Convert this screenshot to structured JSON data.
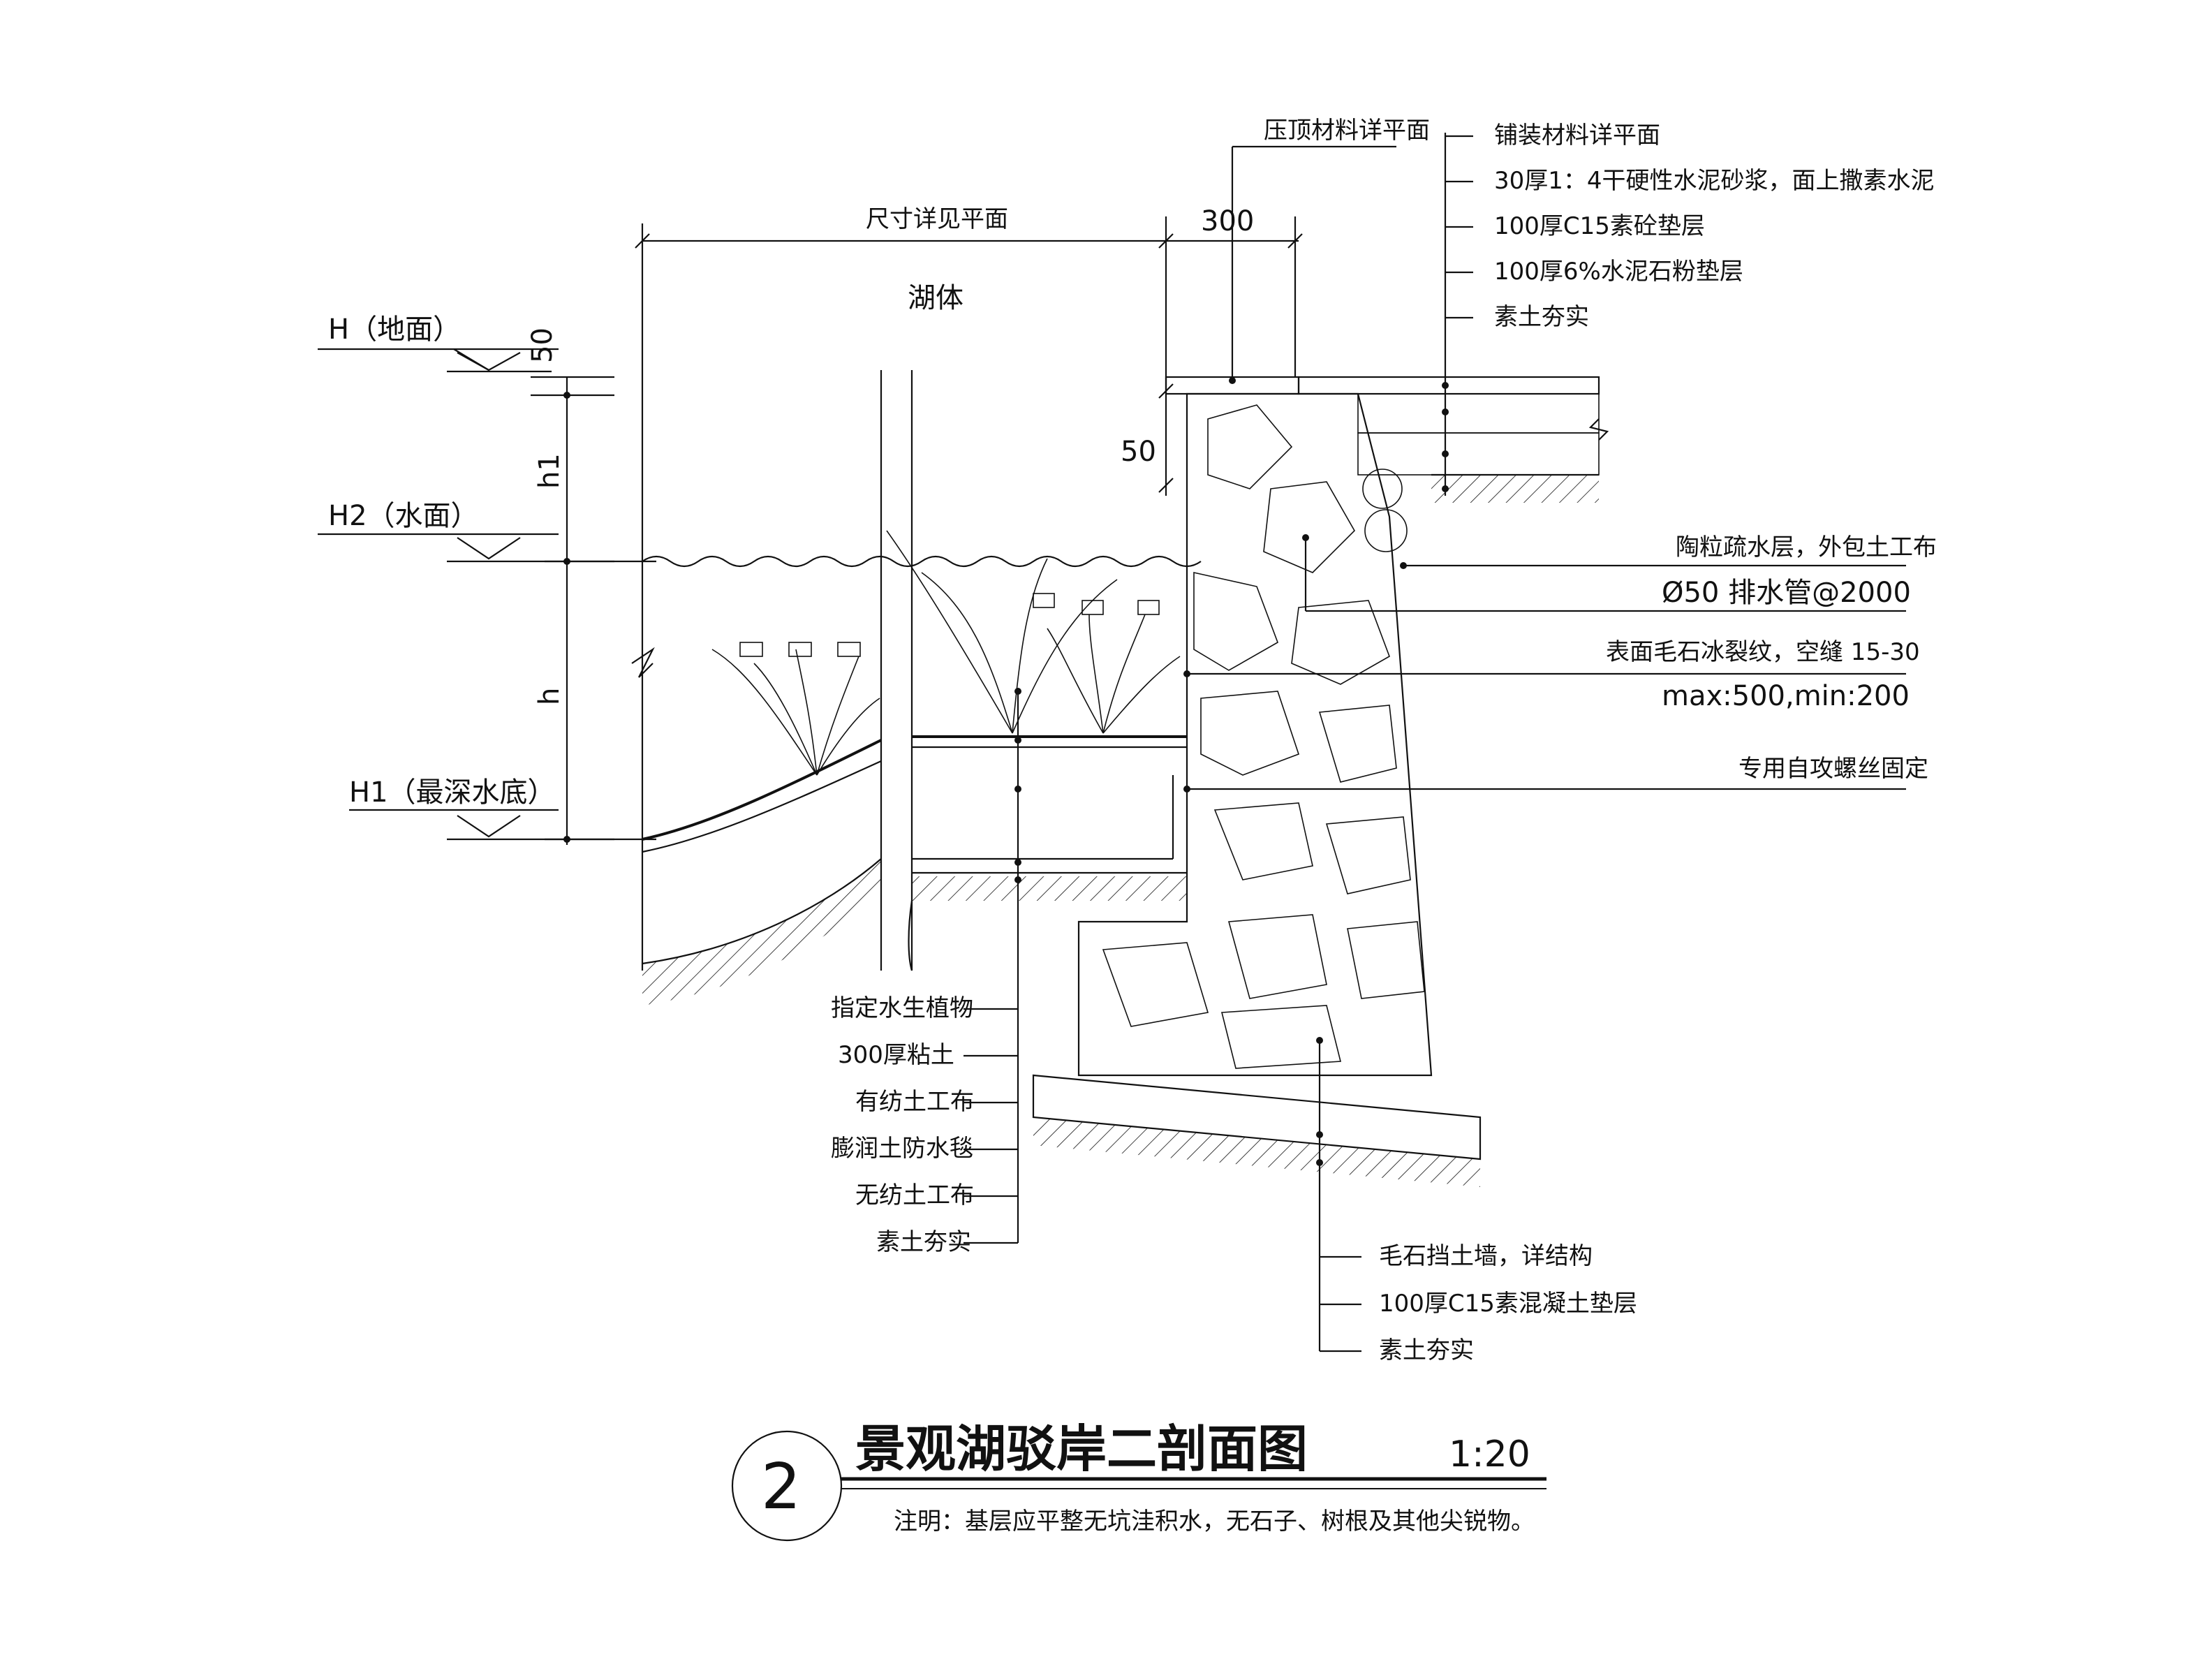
{
  "drawing": {
    "title": "景观湖驳岸二剖面图",
    "scale": "1:20",
    "number": "2",
    "note": "注明：基层应平整无坑洼积水，无石子、树根及其他尖锐物。"
  },
  "dimensions": {
    "size_note": "尺寸详见平面",
    "coping_width": "300",
    "coping_thickness": "50",
    "freeboard": "50",
    "above_water": "h1",
    "water_depth": "h",
    "lake_label": "湖体"
  },
  "levels": {
    "ground": "H（地面）",
    "water": "H2（水面）",
    "bottom": "H1（最深水底）"
  },
  "callouts_top": {
    "coping": "压顶材料详平面",
    "layers": [
      "铺装材料详平面",
      "30厚1：4干硬性水泥砂浆，面上撒素水泥",
      "100厚C15素砼垫层",
      "100厚6%水泥石粉垫层",
      "素土夯实"
    ]
  },
  "callouts_right": {
    "drain_layer": "陶粒疏水层，外包土工布",
    "drain_pipe": "Ø50 排水管@2000",
    "stone_surface": "表面毛石冰裂纹，空缝 15-30",
    "stone_size": "max:500,min:200",
    "screw": "专用自攻螺丝固定"
  },
  "callouts_left": [
    "指定水生植物",
    "300厚粘土",
    "有纺土工布",
    "膨润土防水毯",
    "无纺土工布",
    "素土夯实"
  ],
  "callouts_bottom": [
    "毛石挡土墙，详结构",
    "100厚C15素混凝土垫层",
    "素土夯实"
  ]
}
